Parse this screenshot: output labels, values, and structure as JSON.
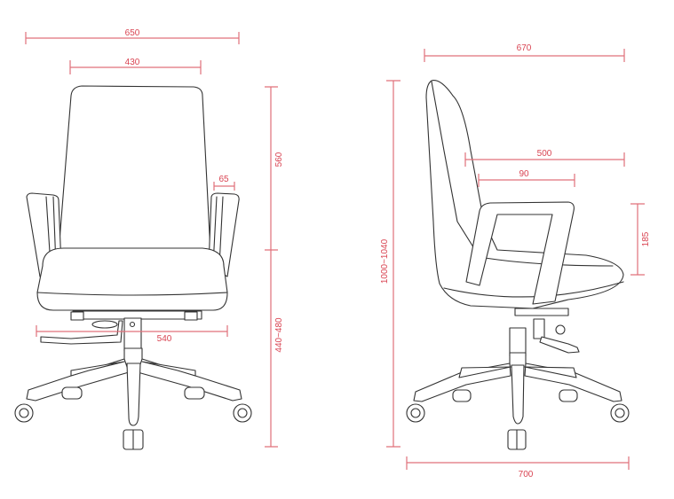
{
  "diagram": {
    "title": "Office chair dimension drawing",
    "unit": "mm",
    "dimension_color": "#e0707a",
    "label_color": "#d94452",
    "line_color": "#333333"
  },
  "front_view": {
    "overall_width": "650",
    "backrest_width": "430",
    "armrest_width": "65",
    "backrest_height": "560",
    "seat_width": "540",
    "seat_height": "440~480"
  },
  "side_view": {
    "overall_depth": "670",
    "seat_depth": "500",
    "armrest_length": "90",
    "overall_height": "1000~1040",
    "armrest_height": "185",
    "base_diameter": "700"
  }
}
